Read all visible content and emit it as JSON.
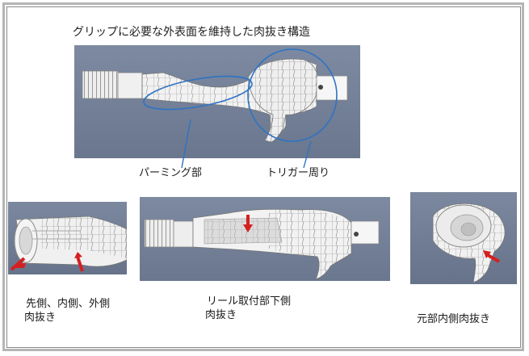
{
  "title": "グリップに必要な外表面を維持した肉抜き構造",
  "callouts": {
    "palming": "パーミング部",
    "trigger": "トリガー周り"
  },
  "captions": {
    "left_line1": "先側、内側、外側",
    "left_line2": "肉抜き",
    "middle_line1": "リール取付部下側",
    "middle_line2": "肉抜き",
    "right": "元部内側肉抜き"
  },
  "colors": {
    "panel_bg": "#6f7c93",
    "part_white": "#f2f2f2",
    "mesh": "#555555",
    "ellipse": "#2e73c4",
    "arrow": "#d42020",
    "frame": "#b5b5b5"
  }
}
